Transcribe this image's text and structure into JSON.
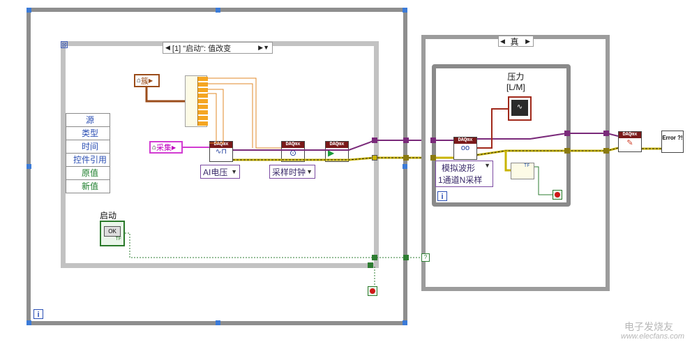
{
  "event_case": {
    "selector_label": "[1] \"启动\": 值改变",
    "event_node_items": [
      "源",
      "类型",
      "时间",
      "控件引用",
      "原值",
      "新值"
    ],
    "cluster_label": "簇",
    "ring_label": "采集",
    "ai_voltage_label": "AI电压",
    "sample_clock_label": "采样时钟",
    "start_button_label": "启动",
    "start_button_ok": "OK",
    "start_button_tf": "TF"
  },
  "case_structure": {
    "selector_label": "真",
    "inner_label": "压力\n[L/M]",
    "read_poly_label_line1": "模拟波形",
    "read_poly_label_line2": "1通道N采样",
    "error_label": "Error ?!"
  },
  "vi_headers": {
    "daqmx": "DAQmx"
  },
  "info_button": "i",
  "watermark": {
    "brand": "电子发烧友",
    "url": "www.elecfans.com"
  },
  "colors": {
    "blue_handle": "#3b7bd8",
    "wire_orange": "#e08a2a",
    "wire_purple": "#7a2a7a",
    "wire_green": "#2e7d32",
    "error_wire_yellow": "#c9b400"
  }
}
